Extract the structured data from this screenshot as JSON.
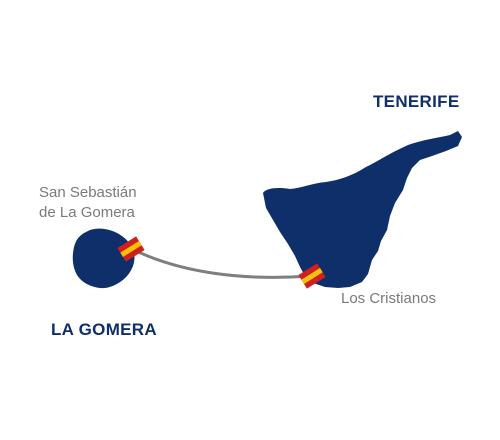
{
  "islands": {
    "tenerife": {
      "name": "TENERIFE"
    },
    "la_gomera": {
      "name": "LA GOMERA"
    }
  },
  "ports": {
    "san_sebastian": {
      "line1": "San Sebastián",
      "line2": "de La Gomera"
    },
    "los_cristianos": {
      "name": "Los Cristianos"
    }
  },
  "colors": {
    "land": "#0f2f6b",
    "route": "#7f7f7f",
    "label_gray": "#7a7a7a",
    "flag_red": "#d01f1f",
    "flag_yellow": "#f4c20d"
  },
  "icons": {
    "port_marker": "spanish-flag-icon"
  }
}
